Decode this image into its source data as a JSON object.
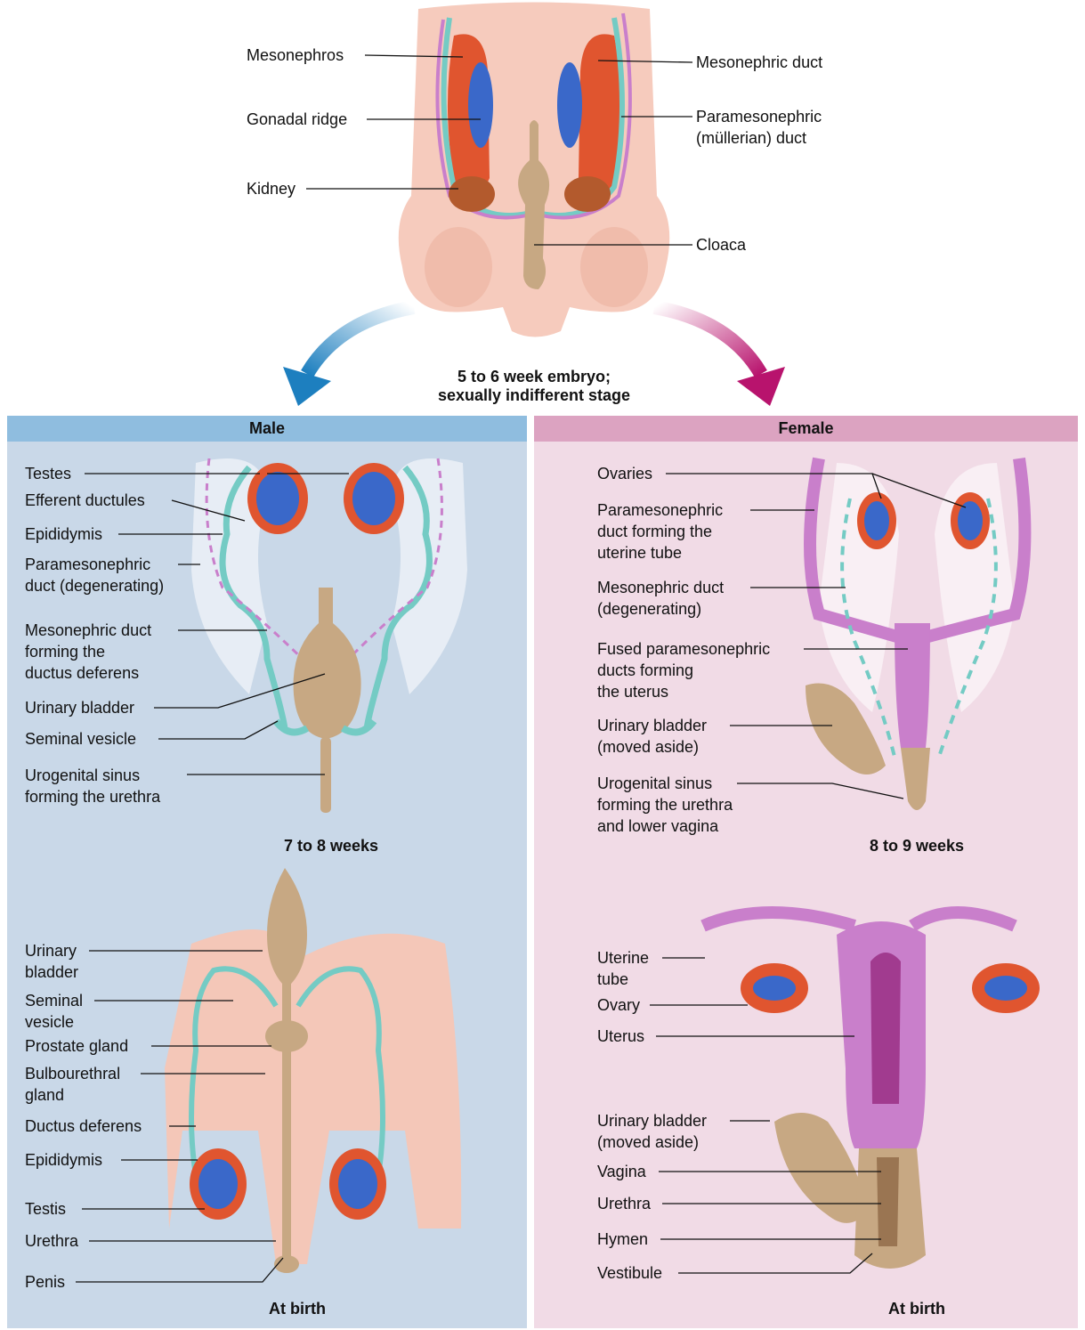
{
  "colors": {
    "male_panel": "#c9d8e8",
    "male_header": "#8fbddf",
    "female_panel": "#f1dbe6",
    "female_header": "#dca3c1",
    "skin": "#f4c7b8",
    "mesonephros": "#e0552f",
    "gonad": "#3a68c9",
    "duct_teal": "#74cbc4",
    "duct_pink": "#c97fcb",
    "bladder": "#c7a883",
    "arrow_male": "#2a8cc0",
    "arrow_female": "#b8136d"
  },
  "embryo": {
    "caption": "5 to 6 week embryo;\nsexually indifferent stage",
    "labels": {
      "mesonephros": "Mesonephros",
      "gonadal_ridge": "Gonadal ridge",
      "kidney": "Kidney",
      "mesonephric_duct": "Mesonephric duct",
      "paramesonephric_duct": "Paramesonephric\n(müllerian) duct",
      "cloaca": "Cloaca"
    }
  },
  "male": {
    "header": "Male",
    "early_caption": "7 to 8 weeks",
    "birth_caption": "At birth",
    "early_labels": {
      "testes": "Testes",
      "efferent_ductules": "Efferent ductules",
      "epididymis": "Epididymis",
      "paramesonephric": "Paramesonephric\nduct (degenerating)",
      "mesonephric": "Mesonephric duct\nforming the\nductus deferens",
      "urinary_bladder": "Urinary bladder",
      "seminal_vesicle": "Seminal vesicle",
      "urogenital_sinus": "Urogenital sinus\nforming the urethra"
    },
    "birth_labels": {
      "urinary_bladder": "Urinary\nbladder",
      "seminal_vesicle": "Seminal\nvesicle",
      "prostate": "Prostate gland",
      "bulbourethral": "Bulbourethral\ngland",
      "ductus_deferens": "Ductus deferens",
      "epididymis": "Epididymis",
      "testis": "Testis",
      "urethra": "Urethra",
      "penis": "Penis"
    }
  },
  "female": {
    "header": "Female",
    "early_caption": "8 to 9 weeks",
    "birth_caption": "At birth",
    "early_labels": {
      "ovaries": "Ovaries",
      "paramesonephric": "Paramesonephric\nduct forming the\nuterine tube",
      "mesonephric": "Mesonephric duct\n(degenerating)",
      "fused": "Fused paramesonephric\nducts forming\nthe uterus",
      "urinary_bladder": "Urinary bladder\n(moved aside)",
      "urogenital_sinus": "Urogenital sinus\nforming the urethra\nand lower vagina"
    },
    "birth_labels": {
      "uterine_tube": "Uterine\ntube",
      "ovary": "Ovary",
      "uterus": "Uterus",
      "urinary_bladder": "Urinary bladder\n(moved aside)",
      "vagina": "Vagina",
      "urethra": "Urethra",
      "hymen": "Hymen",
      "vestibule": "Vestibule"
    }
  }
}
